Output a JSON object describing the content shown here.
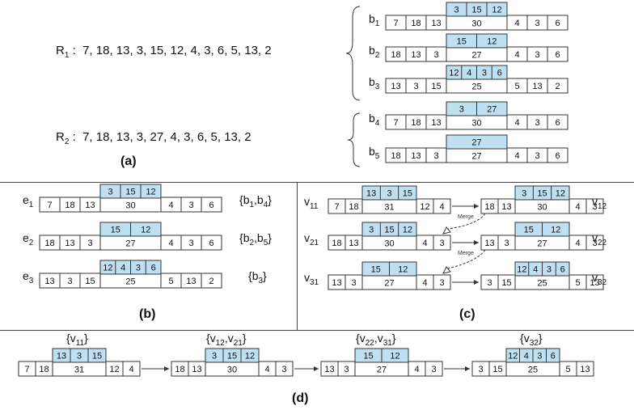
{
  "panel_a": {
    "caption": "(a)",
    "R1": {
      "name": "R",
      "sub": "1",
      "values": "7, 18, 13, 3, 15, 12, 4, 3, 6, 5, 13, 2"
    },
    "R2": {
      "name": "R",
      "sub": "2",
      "values": "7, 18, 13, 3, 27, 4, 3, 6, 5, 13, 2"
    },
    "rows": [
      {
        "name": "b",
        "sub": "1",
        "left": [
          "7",
          "18",
          "13"
        ],
        "top": [
          "3",
          "15",
          "12"
        ],
        "sum": "30",
        "right": [
          "4",
          "3",
          "6"
        ]
      },
      {
        "name": "b",
        "sub": "2",
        "left": [
          "18",
          "13",
          "3"
        ],
        "top": [
          "15",
          "12"
        ],
        "sum": "27",
        "right": [
          "4",
          "3",
          "6"
        ]
      },
      {
        "name": "b",
        "sub": "3",
        "left": [
          "13",
          "3",
          "15"
        ],
        "top": [
          "12",
          "4",
          "3",
          "6"
        ],
        "sum": "25",
        "right": [
          "5",
          "13",
          "2"
        ]
      },
      {
        "name": "b",
        "sub": "4",
        "left": [
          "7",
          "18",
          "13"
        ],
        "top": [
          "3",
          "27"
        ],
        "sum": "30",
        "right": [
          "4",
          "3",
          "6"
        ]
      },
      {
        "name": "b",
        "sub": "5",
        "left": [
          "18",
          "13",
          "3"
        ],
        "top": [
          "27"
        ],
        "sum": "27",
        "right": [
          "4",
          "3",
          "6"
        ]
      }
    ]
  },
  "panel_b": {
    "caption": "(b)",
    "rows": [
      {
        "name": "e",
        "sub": "1",
        "left": [
          "7",
          "18",
          "13"
        ],
        "top": [
          "3",
          "15",
          "12"
        ],
        "sum": "30",
        "right": [
          "4",
          "3",
          "6"
        ],
        "set": "{b1,b4}",
        "set_parts": [
          "b",
          "1",
          ",b",
          "4"
        ]
      },
      {
        "name": "e",
        "sub": "2",
        "left": [
          "18",
          "13",
          "3"
        ],
        "top": [
          "15",
          "12"
        ],
        "sum": "27",
        "right": [
          "4",
          "3",
          "6"
        ],
        "set": "{b2,b5}",
        "set_parts": [
          "b",
          "2",
          ",b",
          "5"
        ]
      },
      {
        "name": "e",
        "sub": "3",
        "left": [
          "13",
          "3",
          "15"
        ],
        "top": [
          "12",
          "4",
          "3",
          "6"
        ],
        "sum": "25",
        "right": [
          "5",
          "13",
          "2"
        ],
        "set": "{b3}",
        "set_parts": [
          "b",
          "3",
          "",
          ""
        ]
      }
    ]
  },
  "panel_c": {
    "caption": "(c)",
    "merge_label": "Merge",
    "rows": [
      {
        "l": {
          "name": "v",
          "sub": "11",
          "left": [
            "7",
            "18"
          ],
          "top": [
            "13",
            "3",
            "15"
          ],
          "sum": "31",
          "right": [
            "12",
            "4"
          ]
        },
        "r": {
          "name": "v",
          "sub": "12",
          "left": [
            "18",
            "13"
          ],
          "top": [
            "3",
            "15",
            "12"
          ],
          "sum": "30",
          "right": [
            "4",
            "3"
          ]
        }
      },
      {
        "l": {
          "name": "v",
          "sub": "21",
          "left": [
            "18",
            "13"
          ],
          "top": [
            "3",
            "15",
            "12"
          ],
          "sum": "30",
          "right": [
            "4",
            "3"
          ]
        },
        "r": {
          "name": "v",
          "sub": "22",
          "left": [
            "13",
            "3"
          ],
          "top": [
            "15",
            "12"
          ],
          "sum": "27",
          "right": [
            "4",
            "3"
          ]
        }
      },
      {
        "l": {
          "name": "v",
          "sub": "31",
          "left": [
            "13",
            "3"
          ],
          "top": [
            "15",
            "12"
          ],
          "sum": "27",
          "right": [
            "4",
            "3"
          ]
        },
        "r": {
          "name": "v",
          "sub": "32",
          "left": [
            "3",
            "15"
          ],
          "top": [
            "12",
            "4",
            "3",
            "6"
          ],
          "sum": "25",
          "right": [
            "5",
            "13"
          ]
        }
      }
    ]
  },
  "panel_d": {
    "caption": "(d)",
    "nodes": [
      {
        "set_parts": [
          [
            "v",
            "11"
          ]
        ],
        "left": [
          "7",
          "18"
        ],
        "top": [
          "13",
          "3",
          "15"
        ],
        "sum": "31",
        "right": [
          "12",
          "4"
        ]
      },
      {
        "set_parts": [
          [
            "v",
            "12"
          ],
          [
            "v",
            "21"
          ]
        ],
        "left": [
          "18",
          "13"
        ],
        "top": [
          "3",
          "15",
          "12"
        ],
        "sum": "30",
        "right": [
          "4",
          "3"
        ]
      },
      {
        "set_parts": [
          [
            "v",
            "22"
          ],
          [
            "v",
            "31"
          ]
        ],
        "left": [
          "13",
          "3"
        ],
        "top": [
          "15",
          "12"
        ],
        "sum": "27",
        "right": [
          "4",
          "3"
        ]
      },
      {
        "set_parts": [
          [
            "v",
            "32"
          ]
        ],
        "left": [
          "3",
          "15"
        ],
        "top": [
          "12",
          "4",
          "3",
          "6"
        ],
        "sum": "25",
        "right": [
          "5",
          "13"
        ]
      }
    ]
  },
  "colors": {
    "highlight": "#bfe0f2",
    "line": "#333333"
  }
}
